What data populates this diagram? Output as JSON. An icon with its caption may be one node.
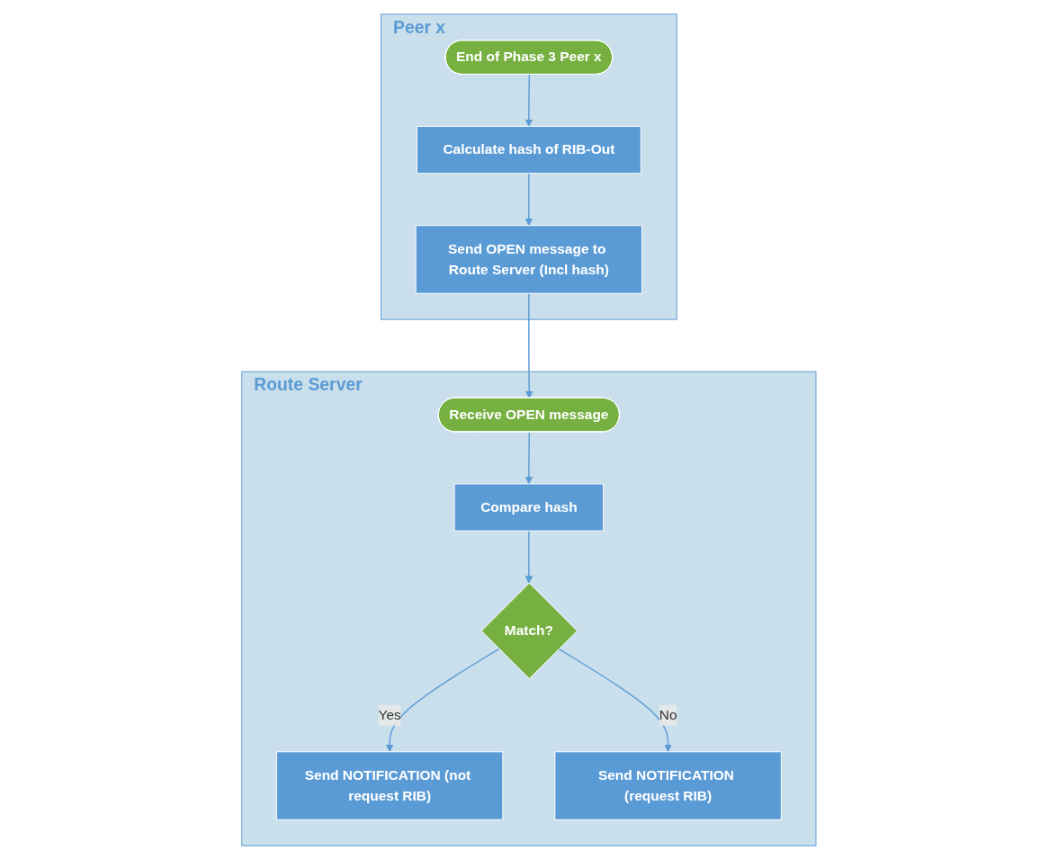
{
  "diagram": {
    "nodes": [
      {
        "text": [
          "Peer x"
        ]
      },
      {
        "text": [
          "End of Phase 3 Peer x"
        ],
        "in": 0
      },
      {
        "text": [
          "Calculate hash of RIB-Out"
        ],
        "in": 0
      },
      {
        "text": [
          "Send OPEN message to Route Server (Incl hash)"
        ],
        "in": 0
      },
      {
        "text": [
          "Route Server"
        ]
      },
      {
        "text": [
          "Receive OPEN message"
        ],
        "in": 4
      },
      {
        "text": [
          "Compare hash"
        ],
        "in": 4
      },
      {
        "text": [
          "Match?"
        ],
        "in": 4
      },
      {
        "text": [
          "Send NOTIFICATION (not request RIB)"
        ],
        "in": 4
      },
      {
        "text": [
          "Send NOTIFICATION (request RIB)"
        ],
        "in": 4
      }
    ],
    "edges": [
      {
        "from": 1,
        "to": 2,
        "arrow": "to"
      },
      {
        "from": 2,
        "to": 3,
        "arrow": "to"
      },
      {
        "from": 3,
        "to": 5,
        "arrow": "to"
      },
      {
        "from": 5,
        "to": 6,
        "arrow": "to"
      },
      {
        "from": 6,
        "to": 7,
        "arrow": "to"
      },
      {
        "from": 7,
        "to": 8,
        "label": "Yes",
        "arrow": "to"
      },
      {
        "from": 7,
        "to": 9,
        "label": "No",
        "arrow": "to"
      }
    ]
  }
}
